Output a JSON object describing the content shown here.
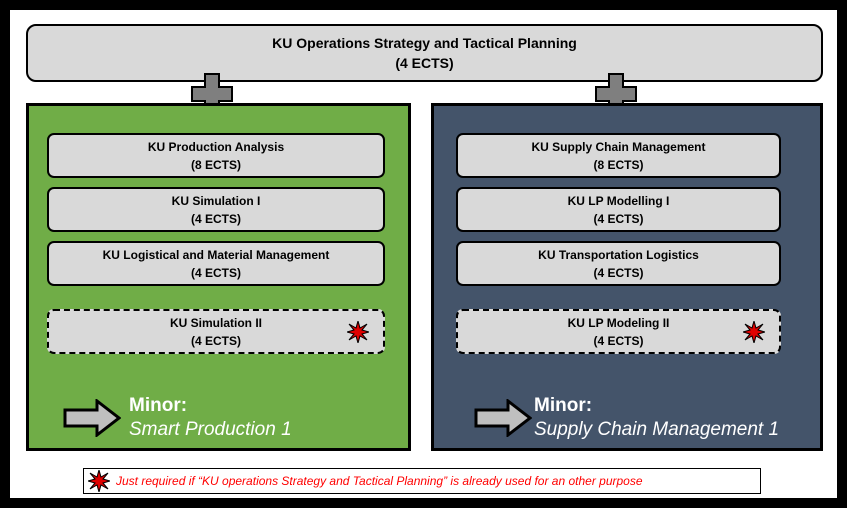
{
  "top": {
    "title": "KU Operations Strategy and Tactical Planning",
    "ects": "(4 ECTS)"
  },
  "panels": [
    {
      "color": "#70ad47",
      "courses": [
        {
          "title": "KU Production Analysis",
          "ects": "(8 ECTS)",
          "optional": false
        },
        {
          "title": "KU Simulation I",
          "ects": "(4 ECTS)",
          "optional": false
        },
        {
          "title": "KU Logistical and Material Management",
          "ects": "(4 ECTS)",
          "optional": false
        },
        {
          "title": "KU Simulation II",
          "ects": "(4 ECTS)",
          "optional": true
        }
      ],
      "minor_label": "Minor:",
      "minor_name": "Smart Production 1"
    },
    {
      "color": "#44546a",
      "courses": [
        {
          "title": "KU Supply Chain Management",
          "ects": "(8 ECTS)",
          "optional": false
        },
        {
          "title": "KU LP Modelling I",
          "ects": "(4 ECTS)",
          "optional": false
        },
        {
          "title": "KU Transportation Logistics",
          "ects": "(4 ECTS)",
          "optional": false
        },
        {
          "title": "KU LP Modeling II",
          "ects": "(4 ECTS)",
          "optional": true
        }
      ],
      "minor_label": "Minor:",
      "minor_name": "Supply Chain Management 1"
    }
  ],
  "footnote": {
    "text": "Just required if “KU operations Strategy and Tactical Planning” is already used for an other purpose"
  },
  "icons": [
    "plus-icon",
    "arrow-right-icon",
    "star-burst-icon"
  ]
}
